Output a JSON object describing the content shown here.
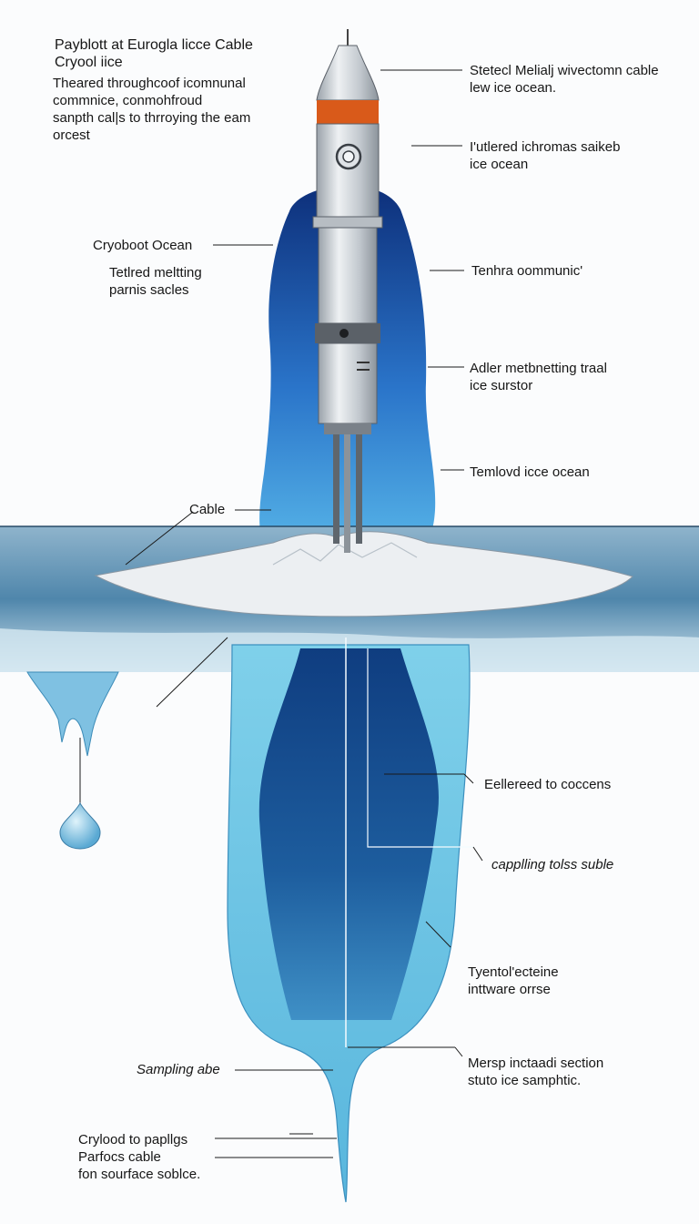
{
  "colors": {
    "ocean_dark": "#0d2f7a",
    "ocean_mid": "#2a74c9",
    "ocean_light": "#7fd0ea",
    "ice_surface": "#e9ecef",
    "probe_body": "#c9ced3",
    "probe_band": "#d95a1a",
    "background": "#fbfcfd"
  },
  "title": {
    "line1": "Payblott at Eurogla licce Cable",
    "line2": "Cryool iice"
  },
  "intro": {
    "line1": "Theared throughcoof icomnunal",
    "line2": "commnice, conmohfroud",
    "line3": "sanpth cal|s to thrroying the eam",
    "line4": "orcest"
  },
  "left_labels": {
    "cryoboot": "Cryoboot Ocean",
    "tethered_line1": "Tetlred meltting",
    "tethered_line2": "parnis sacles",
    "cable": "Cable",
    "sampling": "Sampling abe",
    "bottom_line1": "Crylood to papllgs",
    "bottom_line2": "Parfocs cable",
    "bottom_line3": "fon sourface soblce."
  },
  "right_labels": {
    "r1_line1": "Stetecl Melialj wivectomn cable",
    "r1_line2": "lew ice ocean.",
    "r2_line1": "I'utlered ichromas saikeb",
    "r2_line2": "ice ocean",
    "r3": "Tenhra oommunic'",
    "r4_line1": "Adler metbnetting traal",
    "r4_line2": "ice surstor",
    "r5": "Temlovd icce ocean",
    "r6": "Eellereed to coccens",
    "r7": "capplling tolss suble",
    "r8_line1": "Tyentol'ecteine",
    "r8_line2": "inttware orrse",
    "r9_line1": "Mersp inctaadi section",
    "r9_line2": "stuto ice samphtic."
  }
}
